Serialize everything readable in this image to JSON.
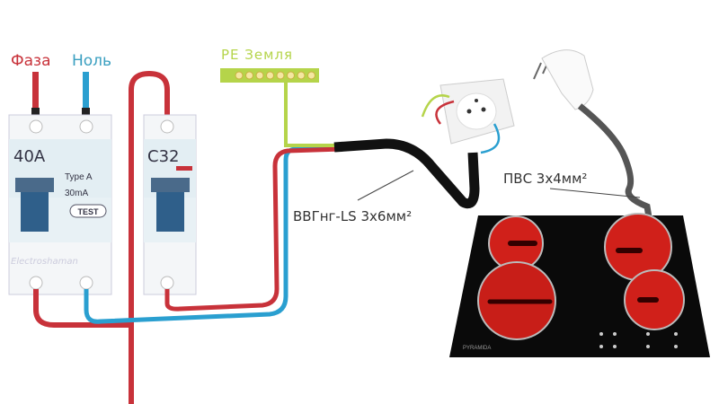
{
  "labels": {
    "phase": "Фаза",
    "neutral": "Ноль",
    "pe_bus": "PE Земля",
    "cable_main": "ВВГнг-LS 3х6мм²",
    "cable_hob": "ПВС 3х4мм²"
  },
  "rcd": {
    "rating": "40A",
    "type": "Type A",
    "current": "30mA",
    "test_button": "TEST",
    "watermark": "Electroshaman"
  },
  "breaker": {
    "rating": "C32"
  },
  "hob": {
    "brand": "PYRAMIDA"
  },
  "colors": {
    "phase": "#c8323a",
    "neutral": "#2a9fd0",
    "earth": "#b5d44a",
    "cable": "#111111"
  }
}
